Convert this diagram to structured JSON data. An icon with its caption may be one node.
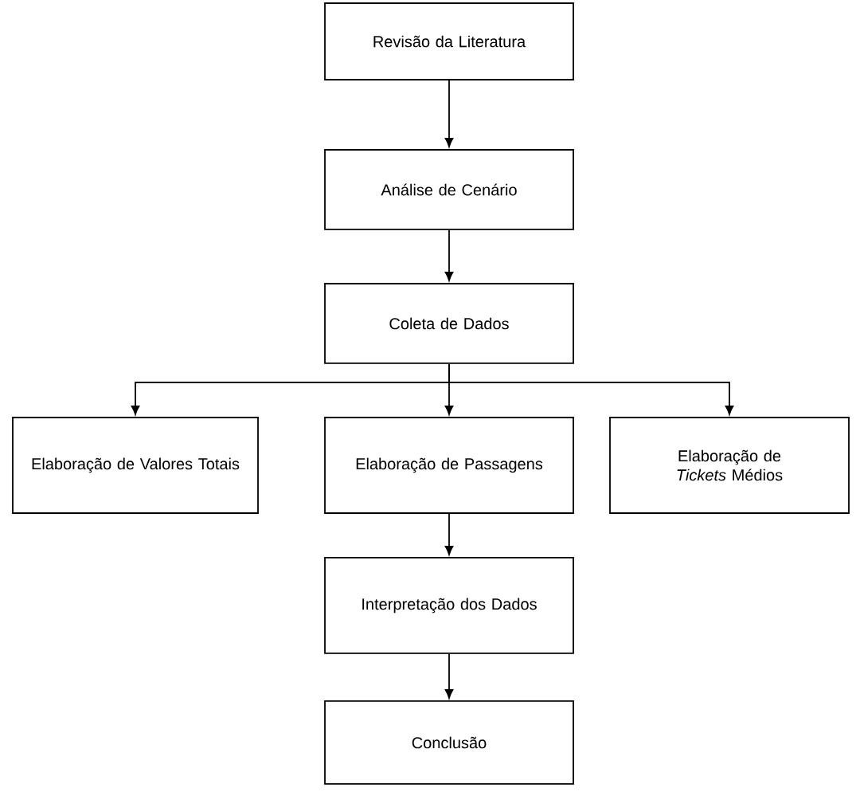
{
  "diagram": {
    "nodes": [
      {
        "text": [
          "Revisão da Literatura"
        ]
      },
      {
        "text": [
          "Análise de Cenário"
        ]
      },
      {
        "text": [
          "Coleta de Dados"
        ]
      },
      {
        "text": [
          "Elaboração de Valores Totais"
        ]
      },
      {
        "text": [
          "Elaboração de Passagens"
        ]
      },
      {
        "text": [
          "Elaboração de *Tickets* Médios"
        ]
      },
      {
        "text": [
          "Interpretação dos Dados"
        ]
      },
      {
        "text": [
          "Conclusão"
        ]
      }
    ],
    "edges": [
      {
        "from": 0,
        "to": 1,
        "arrow": "to"
      },
      {
        "from": 1,
        "to": 2,
        "arrow": "to"
      },
      {
        "from": 2,
        "to": 3,
        "arrow": "to"
      },
      {
        "from": 2,
        "to": 4,
        "arrow": "to"
      },
      {
        "from": 2,
        "to": 5,
        "arrow": "to"
      },
      {
        "from": 4,
        "to": 6,
        "arrow": "to"
      },
      {
        "from": 6,
        "to": 7,
        "arrow": "to"
      }
    ]
  }
}
